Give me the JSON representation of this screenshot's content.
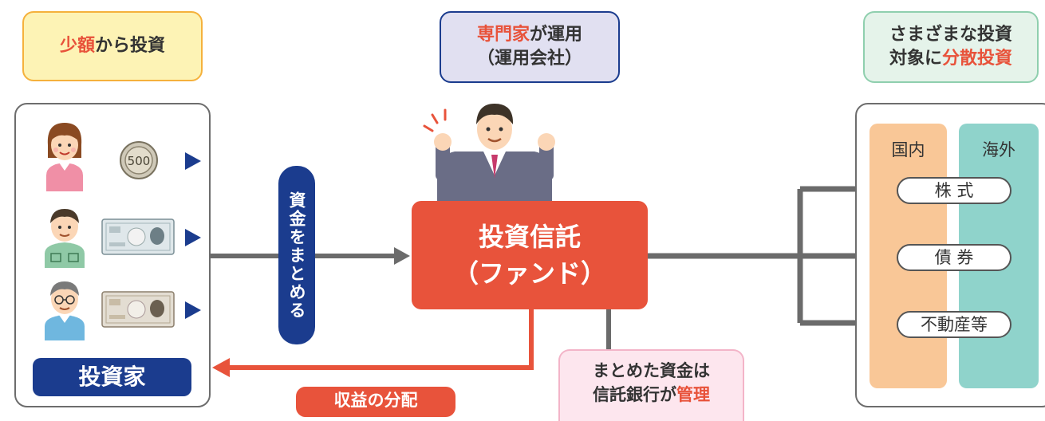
{
  "callouts": {
    "small": {
      "highlight": "少額",
      "rest": "から投資"
    },
    "expert": {
      "highlight": "専門家",
      "rest": "が運用",
      "line2": "（運用会社）"
    },
    "diversify": {
      "line1": "さまざまな投資",
      "pre": "対象に",
      "highlight": "分散投資"
    }
  },
  "investors": {
    "coin_label": "500",
    "label": "投資家"
  },
  "collect_label": "資金をまとめる",
  "fund": {
    "line1": "投資信託",
    "line2": "（ファンド）"
  },
  "distribution_label": "収益の分配",
  "trust_bank": {
    "line1": "まとめた資金は",
    "pre": "信託銀行が",
    "highlight": "管理"
  },
  "targets": {
    "domestic": "国内",
    "overseas": "海外",
    "items": [
      "株 式",
      "債 券",
      "不動産等"
    ]
  },
  "colors": {
    "navy": "#1b3c8e",
    "orange_red": "#e8533b",
    "gray_arrow": "#6b6b6b",
    "domestic_column": "#f9c797",
    "overseas_column": "#8fd3cb"
  }
}
